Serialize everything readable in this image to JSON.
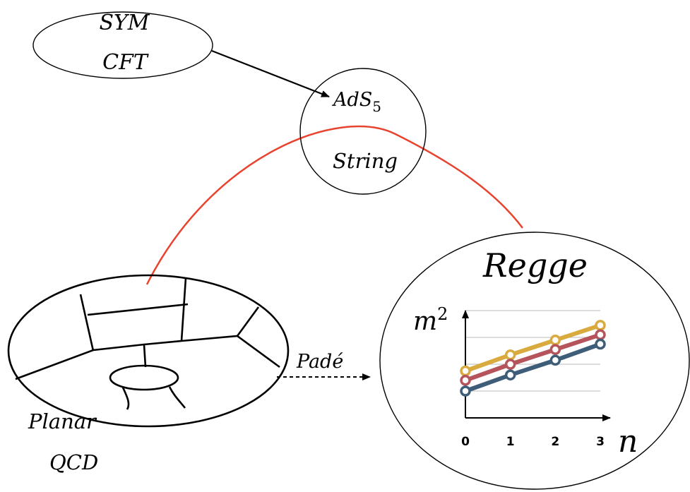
{
  "nodes": {
    "sym_cft": {
      "line1": "SYM",
      "line2": "CFT"
    },
    "ads_string": {
      "top_base": "AdS",
      "top_sub": "5",
      "bottom": "String"
    },
    "planar_qcd": {
      "line1": "Planar",
      "line2": "QCD"
    },
    "regge": {
      "title": "Regge"
    }
  },
  "edges": {
    "pade": {
      "label": "Padé"
    }
  },
  "colors": {
    "arc": "#e8432f",
    "gold": "#d9ab3e",
    "red": "#b5545a",
    "blue": "#3e5d78",
    "grid": "#bbbbbb"
  },
  "chart_data": {
    "type": "line",
    "ylabel_base": "m",
    "ylabel_exp": "2",
    "xlabel": "n",
    "categories": [
      "0",
      "1",
      "2",
      "3"
    ],
    "x": [
      0,
      1,
      2,
      3
    ],
    "ylim": [
      0,
      4
    ],
    "grid": true,
    "series": [
      {
        "values": [
          1.75,
          2.35,
          2.9,
          3.45
        ],
        "color": "#d9ab3e"
      },
      {
        "values": [
          1.4,
          2.0,
          2.55,
          3.1
        ],
        "color": "#b5545a"
      },
      {
        "values": [
          1.0,
          1.6,
          2.15,
          2.75
        ],
        "color": "#3e5d78"
      }
    ]
  }
}
